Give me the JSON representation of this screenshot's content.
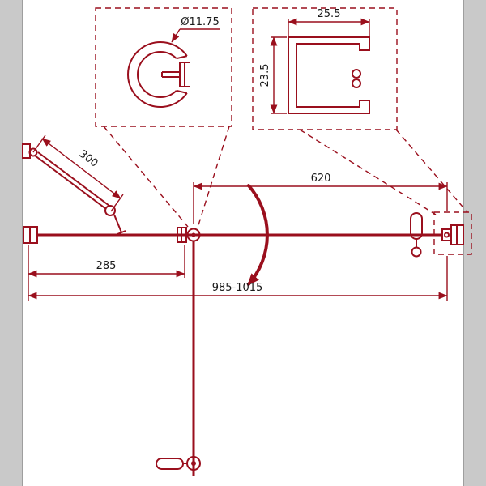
{
  "drawing": {
    "dims": {
      "knob_diameter": "Ø11.75",
      "profile_width": "25.5",
      "profile_height": "23.5",
      "strut_length": "300",
      "wall_to_hinge": "285",
      "door_width": "620",
      "overall_width": "985-1015"
    },
    "colors": {
      "line": "#9a0f1d",
      "dimension_text": "#1a1a1a",
      "wall_fill": "#c9c9c9",
      "wall_edge": "#8f8f8f",
      "background": "#ffffff"
    }
  }
}
